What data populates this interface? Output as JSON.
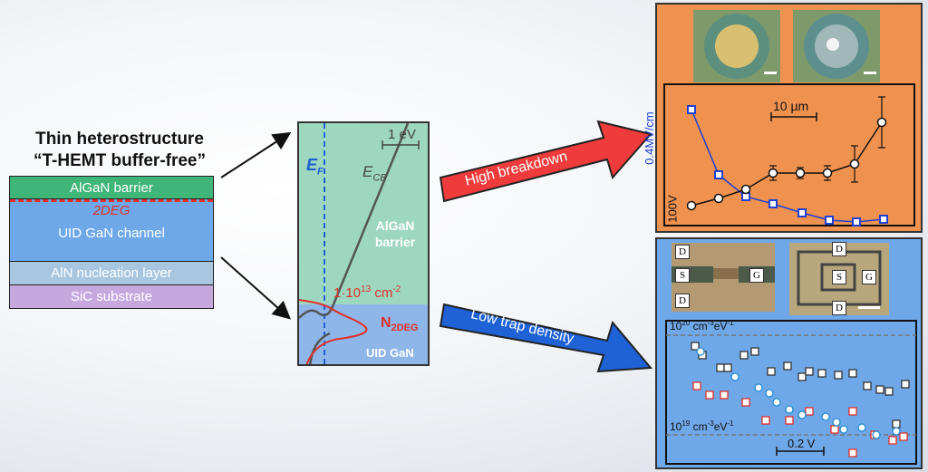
{
  "stack": {
    "title_line1": "Thin heterostructure",
    "title_line2": "“T-HEMT buffer-free”",
    "layers": {
      "algan": "AlGaN barrier",
      "twodeg": "2DEG",
      "channel": "UID GaN channel",
      "aln": "AlN  nucleation layer",
      "sic": "SiC substrate"
    }
  },
  "band": {
    "scale": "1 eV",
    "ef_base": "E",
    "ef_sub": "F",
    "ecb_base": "E",
    "ecb_sub": "CB",
    "barrier_line1": "AlGaN",
    "barrier_line2": "barrier",
    "density_base": "1·10",
    "density_exp": "13",
    "density_unit": " cm",
    "density_unit_exp": "-2",
    "n2deg_base": "N",
    "n2deg_sub": "2DEG",
    "uid": "UID GaN"
  },
  "arrows": {
    "breakdown": "High breakdown",
    "trap": "Low trap density"
  },
  "breakdown_panel": {
    "scale": "10 µm",
    "y_top": "0.4MV/cm",
    "y_bottom": "100V"
  },
  "trap_panel": {
    "micro_labels": [
      "D",
      "S",
      "G",
      "D"
    ],
    "micro2_labels": [
      "D",
      "S",
      "G",
      "D"
    ],
    "level_top_base": "10",
    "level_top_exp": "20",
    "level_top_unit": " cm",
    "level_top_unit_exp": "-3",
    "level_top_unit2": "eV",
    "level_top_unit2_exp": "-1",
    "level_bot_base": "10",
    "level_bot_exp": "19",
    "level_bot_unit": " cm",
    "level_bot_unit_exp": "-3",
    "level_bot_unit2": "eV",
    "level_bot_unit2_exp": "-1",
    "scale": "0.2 V"
  },
  "colors": {
    "orange_bg": "#f0924f",
    "blue_bg": "#6fa8e8",
    "algan": "#3fb57a",
    "channel": "#6fa8e8",
    "aln": "#a9c6e0",
    "sic": "#c6a8df",
    "red": "#e0302a",
    "blue_series": "#1f3fd0"
  }
}
